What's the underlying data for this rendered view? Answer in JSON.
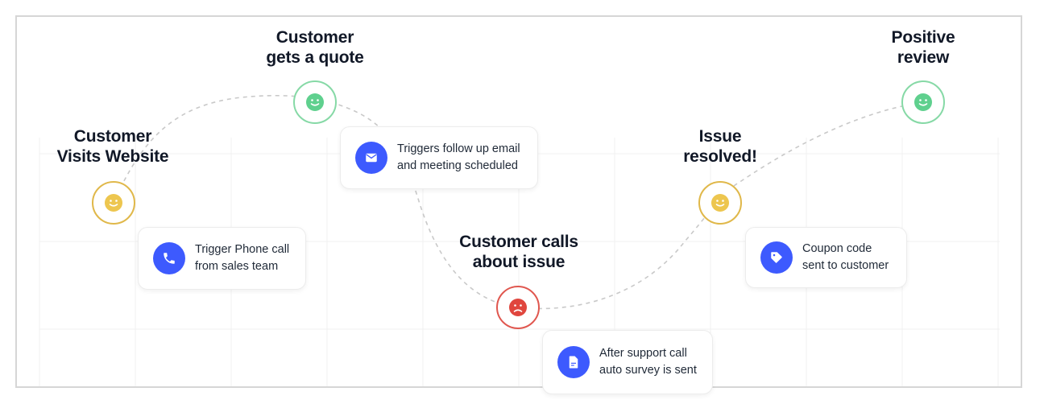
{
  "journey": {
    "stages": [
      {
        "id": "visit",
        "title_line1": "Customer",
        "title_line2": "Visits Website",
        "mood": "neutral",
        "color": "#e0b84a",
        "face_color": "#edc64f"
      },
      {
        "id": "quote",
        "title_line1": "Customer",
        "title_line2": "gets a quote",
        "mood": "happy",
        "color": "#86d9a6",
        "face_color": "#5fd08e"
      },
      {
        "id": "issue",
        "title_line1": "Customer calls",
        "title_line2": "about issue",
        "mood": "sad",
        "color": "#e0574f",
        "face_color": "#e0463e"
      },
      {
        "id": "resolved",
        "title_line1": "Issue",
        "title_line2": "resolved!",
        "mood": "neutral",
        "color": "#e0b84a",
        "face_color": "#edc64f"
      },
      {
        "id": "review",
        "title_line1": "Positive",
        "title_line2": "review",
        "mood": "happy",
        "color": "#86d9a6",
        "face_color": "#5fd08e"
      }
    ],
    "actions": [
      {
        "id": "phone",
        "icon": "phone-icon",
        "line1": "Trigger Phone call",
        "line2": "from sales team"
      },
      {
        "id": "email",
        "icon": "envelope-icon",
        "line1": "Triggers follow up email",
        "line2": "and meeting scheduled"
      },
      {
        "id": "survey",
        "icon": "document-icon",
        "line1": "After support call",
        "line2": "auto survey is sent"
      },
      {
        "id": "coupon",
        "icon": "tag-icon",
        "line1": "Coupon code",
        "line2": "sent to customer"
      }
    ],
    "accent_color": "#3d5afe"
  }
}
